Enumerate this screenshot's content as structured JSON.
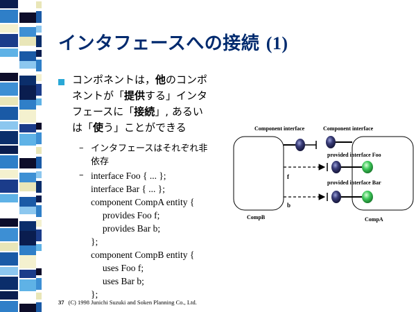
{
  "slide": {
    "title_jp": "インタフェースへの接続",
    "title_num": "(1)",
    "bullet": {
      "l1": "コンポネントは，",
      "l1b": "他",
      "l1c": "のコンポ",
      "l2": "ネントが「",
      "l2b": "提供",
      "l2c": "する」インタ",
      "l3": "フェースに「",
      "l3b": "接続",
      "l3c": "」, あるい",
      "l4": "は「",
      "l4b": "使",
      "l4c": "う」ことができる"
    },
    "sub1_line1": "インタフェースはそれぞれ非",
    "sub1_line2": "依存",
    "dash": "–",
    "code_lines": [
      "interface Foo { ... };",
      "interface Bar { ... };",
      "component CompA entity {",
      "     provides Foo f;",
      "     provides Bar b;",
      "};",
      "component CompB entity {",
      "     uses Foo f;",
      "     uses Bar b;",
      "};"
    ],
    "footer_page": "37",
    "footer_text": "(C) 1998 Junichi Suzuki and Soken Planning Co., Ltd."
  },
  "diagram": {
    "label_component_interface_left": "Component interface",
    "label_component_interface_right": "Component interface",
    "label_provided_foo": "provided interface Foo",
    "label_provided_bar": "provided interface Bar",
    "label_f": "f",
    "label_b": "b",
    "label_compB": "CompB",
    "label_compA": "CompA",
    "colors": {
      "navy_ball": "#3a3d78",
      "green_ball": "#3ec85a",
      "title": "#002a6e",
      "bullet": "#2aa8d6"
    }
  }
}
